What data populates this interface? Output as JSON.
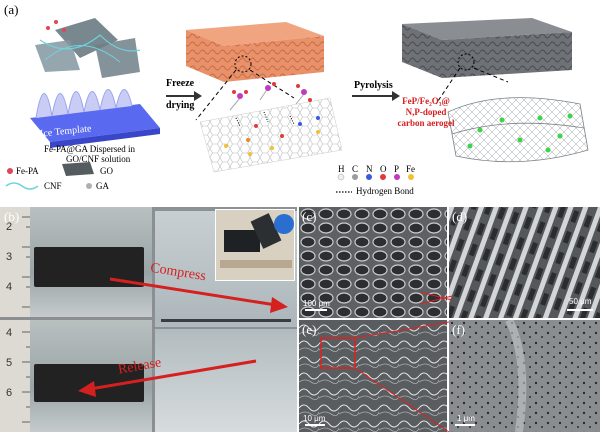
{
  "panel_labels": {
    "a": "(a)",
    "b": "(b)",
    "c": "(c)",
    "d": "(d)",
    "e": "(e)",
    "f": "(f)"
  },
  "panel_a": {
    "ice_template": "Ice Template",
    "freeze": "Freeze",
    "drying": "drying",
    "pyrolysis": "Pyrolysis",
    "product_line1": "FeP/Fe₂O₃@",
    "product_line2": "N,P-doped",
    "product_line3": "carbon aerogel",
    "dispersed_line1": "Fe-PA@GA Dispersed in",
    "dispersed_line2": "GO/CNF solution",
    "legend": {
      "fe_pa": "Fe-PA",
      "go": "GO",
      "cnf": "CNF",
      "ga": "GA"
    },
    "atoms": {
      "h": "H",
      "c": "C",
      "n": "N",
      "o": "O",
      "p": "P",
      "fe": "Fe"
    },
    "hydrogen_bond": "Hydrogen Bond"
  },
  "panel_b": {
    "compress": "Compress",
    "release": "Release",
    "ruler_top": [
      "2",
      "3",
      "4"
    ],
    "ruler_bottom": [
      "4",
      "5",
      "6"
    ]
  },
  "scale_bars": {
    "c": "100 μm",
    "d": "50 μm",
    "e": "10 μm",
    "f": "1 μm"
  },
  "colors": {
    "orange_foam": "#e8916a",
    "grey_foam": "#6e7276",
    "arrow_red": "#d62020",
    "ice_blue": "#5a6af0",
    "fe_pa_red": "#e0455a",
    "ga_grey": "#b0b0b0"
  }
}
